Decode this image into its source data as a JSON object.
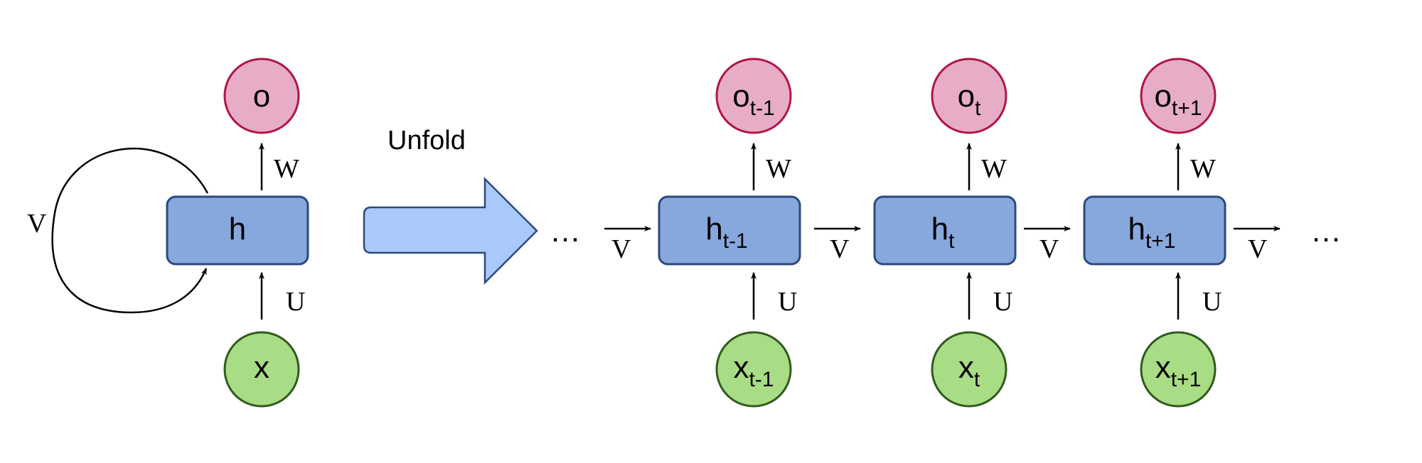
{
  "colors": {
    "output_fill": "#e8adc6",
    "output_stroke": "#b01547",
    "input_fill": "#a9dd85",
    "input_stroke": "#305a1e",
    "hidden_fill": "#86a8dc",
    "hidden_stroke": "#2c4a7a",
    "arrow_fill": "#aac9fb",
    "arrow_stroke": "#2c4a7a"
  },
  "folded": {
    "output": {
      "base": "o",
      "sub": ""
    },
    "hidden": {
      "base": "h",
      "sub": ""
    },
    "input": {
      "base": "x",
      "sub": ""
    },
    "w_label": "W",
    "u_label": "U",
    "v_label": "V"
  },
  "unfold_label": "Unfold",
  "ellipsis": "…",
  "unfolded": {
    "steps": [
      {
        "output": {
          "base": "o",
          "sub": "t-1"
        },
        "hidden": {
          "base": "h",
          "sub": "t-1"
        },
        "input": {
          "base": "x",
          "sub": "t-1"
        },
        "w_label": "W",
        "u_label": "U",
        "v_in_label": "V"
      },
      {
        "output": {
          "base": "o",
          "sub": "t"
        },
        "hidden": {
          "base": "h",
          "sub": "t"
        },
        "input": {
          "base": "x",
          "sub": "t"
        },
        "w_label": "W",
        "u_label": "U",
        "v_in_label": "V"
      },
      {
        "output": {
          "base": "o",
          "sub": "t+1"
        },
        "hidden": {
          "base": "h",
          "sub": "t+1"
        },
        "input": {
          "base": "x",
          "sub": "t+1"
        },
        "w_label": "W",
        "u_label": "U",
        "v_in_label": "V"
      }
    ],
    "v_out_label": "V"
  }
}
